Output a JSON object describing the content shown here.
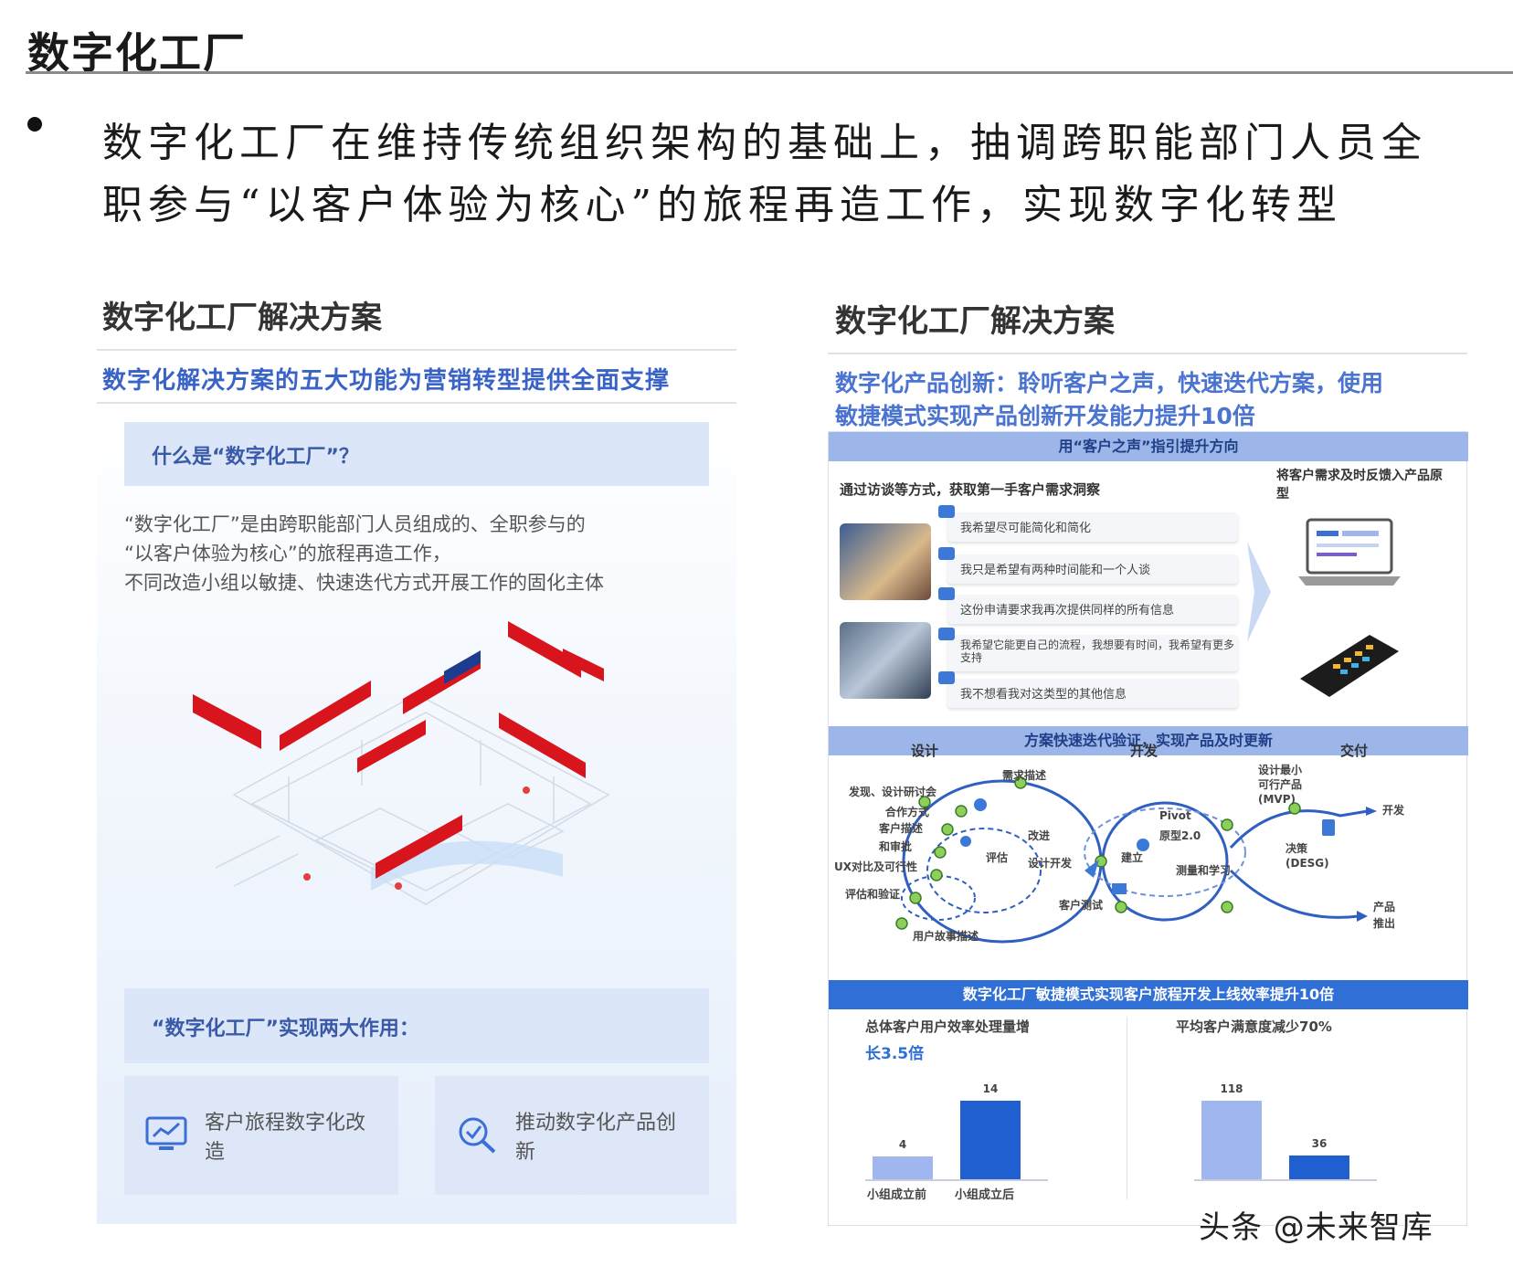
{
  "page": {
    "title": "数字化工厂",
    "bullet_lines": [
      "数字化工厂在维持传统组织架构的基础上，抽调跨职能部门人员全",
      "职参与“以客户体验为核心”的旅程再造工作，实现数字化转型"
    ]
  },
  "left": {
    "title": "数字化工厂解决方案",
    "subtitle": "数字化解决方案的五大功能为营销转型提供全面支撑",
    "what_label": "什么是“数字化工厂”？",
    "desc_lines": [
      "“数字化工厂”是由跨职能部门人员组成的、全职参与的",
      "“以客户体验为核心”的旅程再造工作，",
      "不同改造小组以敏捷、快速迭代方式开展工作的固化主体"
    ],
    "roles_label": "“数字化工厂”实现两大作用：",
    "cards": [
      {
        "label": "客户旅程数字化改造",
        "icon": "screen-chart-icon"
      },
      {
        "label": "推动数字化产品创新",
        "icon": "magnifier-check-icon"
      }
    ]
  },
  "right": {
    "title": "数字化工厂解决方案",
    "subtitle_lines": [
      "数字化产品创新：聆听客户之声，快速迭代方案，使用",
      "敏捷模式实现产品创新开发能力提升10倍"
    ],
    "band1": "用“客户之声”指引提升方向",
    "s1_left": "通过访谈等方式，获取第一手客户需求洞察",
    "s1_right": "将客户需求及时反馈入产品原型",
    "quotes": [
      "我希望尽可能简化和简化",
      "我只是希望有两种时间能和一个人谈",
      "这份申请要求我再次提供同样的所有信息",
      "我希望它能更自己的流程，我想要有时间，我希望有更多支持",
      "我不想看我对这类型的其他信息"
    ],
    "band2": "方案快速迭代验证，实现产品及时更新",
    "col_heads": [
      "设计",
      "开发",
      "交付"
    ],
    "loop_labels": {
      "l1": "发现、设计研讨会",
      "l2": "合作方式",
      "l3": "客户描述",
      "l4": "和审批",
      "l5": "UX对比及可行性",
      "l6": "评估和验证",
      "l7": "需求描述",
      "l8": "用户故事描述",
      "l9": "改进",
      "l10": "设计开发",
      "l11": "评估",
      "l12": "客户测试",
      "l13": "Pivot",
      "l14": "原型2.0",
      "l15": "建立",
      "l16": "测量和学习",
      "l17": "设计最小",
      "l18": "可行产品",
      "l19": "(MVP)",
      "l20": "开发",
      "l21": "决策",
      "l22": "(DESG)",
      "l23": "产品",
      "l24": "推出"
    },
    "band3": "数字化工厂敏捷模式实现客户旅程开发上线效率提升10倍",
    "s3_left_line1": "总体客户用户效率处理量增",
    "s3_left_line2": "长3.5倍",
    "s3_right": "平均客户满意度减少70%",
    "watermark": "头条 @未来智库"
  },
  "chart_data": [
    {
      "type": "bar",
      "categories": [
        "小组成立前",
        "小组成立后"
      ],
      "values": [
        4,
        14
      ],
      "colors": [
        "#9fb7ee",
        "#1f5fd0"
      ],
      "title": "总体客户用户效率处理量增长3.5倍"
    },
    {
      "type": "bar",
      "categories": [
        "",
        ""
      ],
      "values": [
        118,
        36
      ],
      "colors": [
        "#9fb7ee",
        "#1f5fd0"
      ],
      "title": "平均客户满意度减少70%"
    }
  ]
}
